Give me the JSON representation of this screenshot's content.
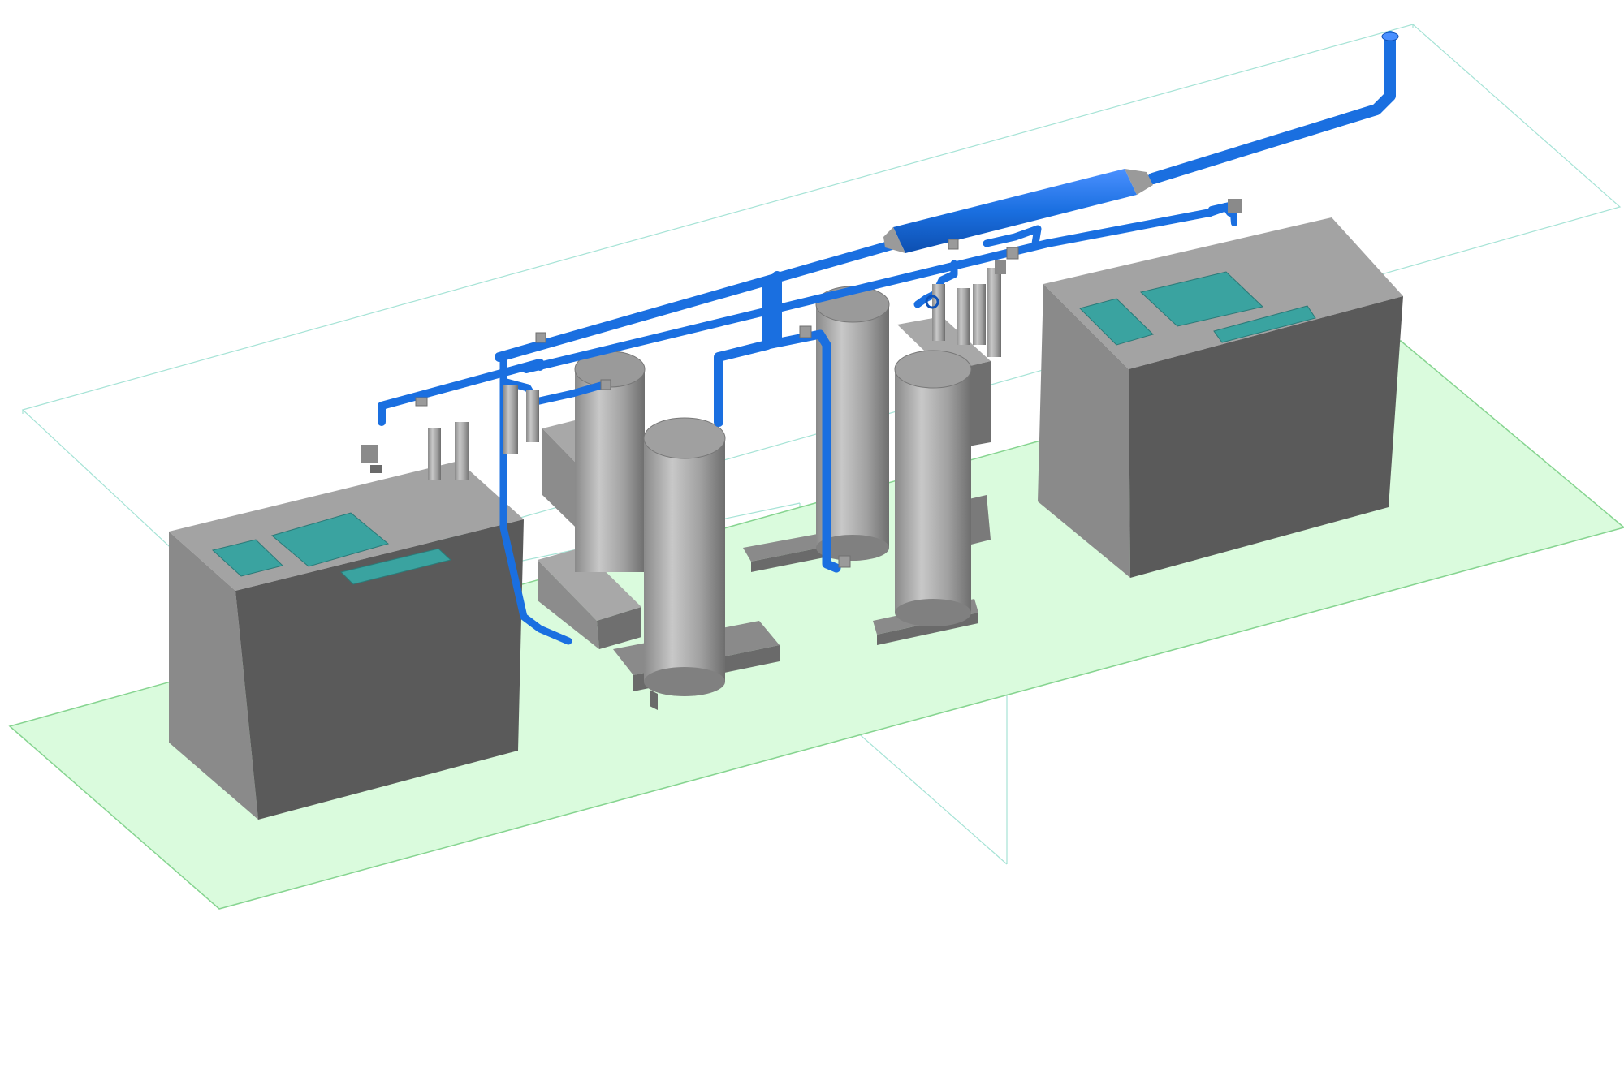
{
  "scene": {
    "description_text": "",
    "colors": {
      "background": "#ffffff",
      "floor_fill": "#d9fbdc",
      "floor_edge": "#7fd08a",
      "wire_frame": "#9fdfd0",
      "box_top": "#a3a3a3",
      "box_front": "#595959",
      "box_side": "#8c8c8c",
      "panel": "#3aa3a0",
      "pipe": "#1a6fe0",
      "pipe_dark": "#0f52b8",
      "vessel_light": "#c4c4c4",
      "vessel_dark": "#7a7a7a",
      "fitting": "#9a9a9a"
    },
    "components": [
      {
        "id": "compressor-left",
        "kind": "compressor-cabinet"
      },
      {
        "id": "compressor-right",
        "kind": "compressor-cabinet"
      },
      {
        "id": "dryer-1",
        "kind": "adsorption-dryer"
      },
      {
        "id": "dryer-2",
        "kind": "adsorption-dryer"
      },
      {
        "id": "receiver-tank",
        "kind": "horizontal-receiver"
      },
      {
        "id": "filter-bank-left",
        "kind": "line-filters"
      },
      {
        "id": "filter-bank-right",
        "kind": "line-filters"
      },
      {
        "id": "discharge-riser",
        "kind": "vertical-pipe"
      }
    ]
  }
}
